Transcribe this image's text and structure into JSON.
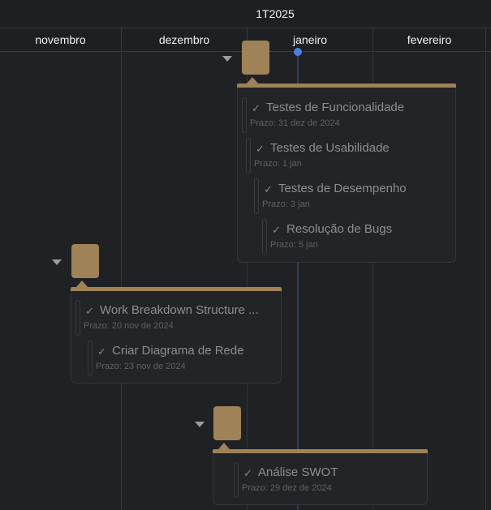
{
  "timeline": {
    "quarter": "1T2025",
    "months": [
      "novembro",
      "dezembro",
      "janeiro",
      "fevereiro"
    ]
  },
  "groups": [
    {
      "tasks": [
        {
          "title": "Testes de Funcionalidade",
          "due": "Prazo: 31 dez de 2024"
        },
        {
          "title": "Testes de Usabilidade",
          "due": "Prazo: 1 jan"
        },
        {
          "title": "Testes de Desempenho",
          "due": "Prazo: 3 jan"
        },
        {
          "title": "Resolução de Bugs",
          "due": "Prazo: 5 jan"
        }
      ]
    },
    {
      "tasks": [
        {
          "title": "Work Breakdown Structure ...",
          "due": "Prazo: 20 nov de 2024"
        },
        {
          "title": "Criar Diagrama de Rede",
          "due": "Prazo: 23 nov de 2024"
        }
      ]
    },
    {
      "tasks": [
        {
          "title": "Análise SWOT",
          "due": "Prazo: 29 dez de 2024"
        }
      ]
    }
  ],
  "icons": {
    "check": "check-icon",
    "collapse": "chevron-down-icon"
  },
  "colors": {
    "group": "#9f8257",
    "today": "#4a7fe0",
    "background": "#202124"
  }
}
